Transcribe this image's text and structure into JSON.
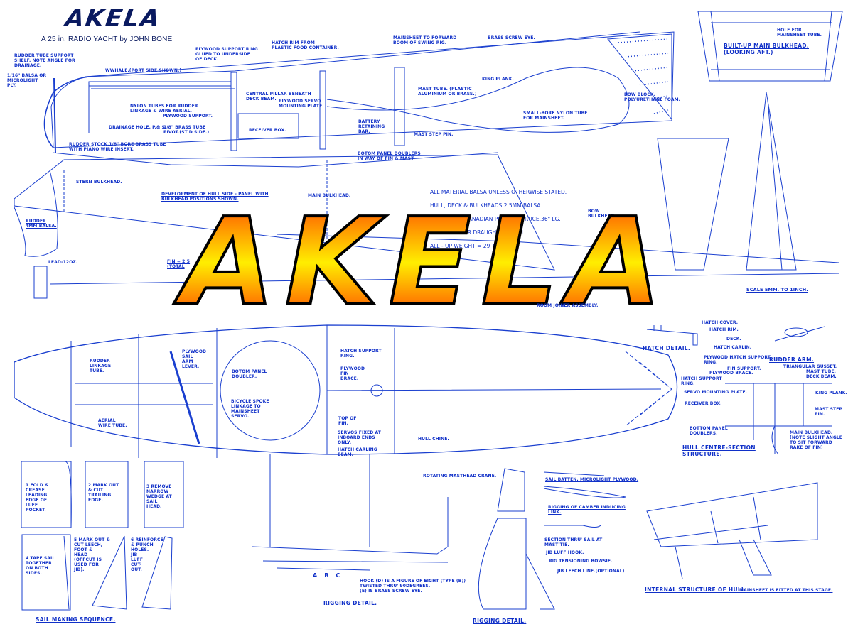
{
  "header": {
    "title": "AKELA",
    "subtitle": "A 25 in. RADIO YACHT by JOHN BONE"
  },
  "overlay_logo": {
    "text": "AKELA",
    "gradient_top": "#ffee00",
    "gradient_bottom": "#ff2a00",
    "outline": "#000000"
  },
  "colors": {
    "line": "#1a3fcf",
    "text": "#1030c8",
    "background": "#ffffff"
  },
  "side_elevation": {
    "labels": {
      "rudder_tube_support": "RUDDER TUBE SUPPORT\nSHELF. NOTE ANGLE FOR\nDRAINAGE.",
      "balsa_ply": "1/16\" BALSA OR\nMICROLIGHT\nPLY.",
      "wwhale": "WWHALE.(PORT SIDE SHOWN.)",
      "plywood_support_ring": "PLYWOOD SUPPORT RING\nGLUED TO UNDERSIDE\nOF DECK.",
      "hatch_rim": "HATCH RIM FROM\nPLASTIC FOOD CONTAINER.",
      "mainsheet_boom": "MAINSHEET TO FORWARD\nBOOM OF SWING RIG.",
      "brass_screw_eye": "BRASS SCREW EYE.",
      "nylon_tubes": "NYLON TUBES FOR RUDDER\nLINKAGE & WIRE AERIAL.",
      "central_pillar": "CENTRAL PILLAR BENEATH\nDECK BEAM.",
      "servo_plate": "PLYWOOD SERVO\nMOUNTING PLATE.",
      "plywood_support": "PLYWOOD SUPPORT.",
      "drainage_hole": "DRAINAGE HOLE. P.& S.",
      "brass_tube_pivot": "1/8\" BRASS TUBE\nPIVOT.(ST'd SIDE.)",
      "receiver_box": "RECEIVER BOX.",
      "battery_bar": "BATTERY\nRETAINING\nBAR.",
      "mast_tube": "MAST TUBE. (PLASTIC\nALUMINIUM OR BRASS.)",
      "king_plank": "KING PLANK.",
      "bow_block": "BOW BLOCK.\nPOLYURETHANE FOAM.",
      "small_bore": "SMALL-BORE NYLON TUBE\nFOR MAINSHEET.",
      "mast_step_pin": "MAST STEP PIN.",
      "bottom_doublers": "BOTOM PANEL DOUBLERS\nIN WAY OF FIN & MAST.",
      "rudder_stock": "RUDDER STOCK.1/8\" BORE BRASS TUBE\nWITH PIANO WIRE INSERT."
    }
  },
  "main_bulkhead": {
    "caption": "BUILT-UP MAIN BULKHEAD.\n(LOOKING AFT.)",
    "hole_label": "HOLE FOR\nMAINSHEET TUBE."
  },
  "hull_side_development": {
    "stern_bulkhead": "STERN BULKHEAD.",
    "caption": "DEVELOPMENT OF HULL SIDE - PANEL WITH\nBULKHEAD POSITIONS SHOWN.",
    "main_bulkhead": "MAIN BULKHEAD.",
    "bow_bulkhead": "BOW\nBULKHEAD.",
    "rudder": "RUDDER\n4mm.BALSA.",
    "lead": "LEAD-12oz.",
    "fin": "FIN = 2.5\n(TOTAL",
    "boom_joiner": "ROOM JOINER ASSEMBLY.",
    "scale": "SCALE 5mm. to 1inch."
  },
  "specs": {
    "lines": [
      "ALL MATERIAL BALSA UNLESS OTHERWISE STATED.",
      "HULL, DECK & BULKHEADS 2.5mm.BALSA.",
      "MAST - 9mm.CANADIAN PINE OR SPRUCE.36\" lg.",
      "SAILS = MYLAR DRAUGHTING FILM.",
      "ALL - UP WEIGHT = 29 to 30.oz."
    ]
  },
  "plan_view": {
    "labels": {
      "rudder_linkage_tube": "RUDDER\nLINKAGE\nTUBE.",
      "aerial_tube": "AERIAL\nWIRE TUBE.",
      "sail_arm": "PLYWOOD\nSAIL\nARM\nLEVER.",
      "bottom_doubler": "BOTOM PANEL\nDOUBLER.",
      "bicycle_spoke": "BICYCLE SPOKE\nLINKAGE TO\nMAINSHEET\nSERVO.",
      "hatch_support_ring": "HATCH SUPPORT\nRING.",
      "fin_brace": "PLYWOOD\nFIN\nBRACE.",
      "top_of_fin": "TOP OF\nFIN.",
      "servos_fixed": "SERVOS FIXED AT\nINBOARD ENDS\nONLY.",
      "hatch_carling": "HATCH CARLING\nBEAM.",
      "hull_chine": "HULL CHINE."
    }
  },
  "hatch_detail": {
    "caption": "HATCH DETAIL.",
    "labels": [
      "HATCH COVER.",
      "HATCH RIM.",
      "DECK.",
      "HATCH CARLIN.",
      "PLYWOOD HATCH SUPPORT\nRING."
    ]
  },
  "rudder_arm": {
    "caption": "RUDDER ARM."
  },
  "centre_section": {
    "caption": "HULL CENTRE-SECTION\nSTRUCTURE.",
    "labels": {
      "fin_support": "FIN SUPPORT.",
      "plywood_brace": "PLYWOOD BRACE.",
      "triangular_gusset": "TRIANGULAR GUSSET.",
      "mast_tube": "MAST TUBE.\nDECK BEAM.",
      "hatch_ring": "HATCH SUPPORT\nRING.",
      "king_plank": "KING PLANK.",
      "servo_plate": "SERVO MOUNTING PLATE.",
      "receiver_box": "RECEIVER BOX.",
      "mast_step": "MAST STEP\nPIN.",
      "bottom_doublers": "BOTTOM PANEL\nDOUBLERS.",
      "main_bulkhead": "MAIN BULKHEAD.\n(NOTE SLIGHT ANGLE\nTO SIT FORWARD\nRAKE OF FIN)"
    }
  },
  "sail_making": {
    "caption": "SAIL MAKING SEQUENCE.",
    "steps": [
      {
        "num": "1",
        "text": "FOLD &\nCREASE\nLEADING\nEDGE OF\nLUFF\nPOCKET."
      },
      {
        "num": "2",
        "text": "MARK OUT\n& CUT\nTRAILING\nEDGE."
      },
      {
        "num": "3",
        "text": "REMOVE\nNARROW\nWEDGE AT\nSAIL\nHEAD."
      },
      {
        "num": "4",
        "text": "TAPE SAIL\nTOGETHER\nON BOTH\nSIDES."
      },
      {
        "num": "5",
        "text": "MARK OUT &\nCUT LEECH,\nFOOT &\nHEAD\n(OFFCUT IS\nUSED FOR\nJIB)."
      },
      {
        "num": "6",
        "text": "REINFORCE\n& PUNCH\nHOLES.\nJIB\nLUFF\nCUT-\nOUT."
      }
    ]
  },
  "rigging_detail_1": {
    "caption": "RIGGING DETAIL.",
    "hooks": [
      "A",
      "B",
      "C"
    ],
    "note": "HOOK (D) IS A FIGURE OF EIGHT (TYPE (B))\nTWISTED THRU' 90DEGREES.\n(E) IS BRASS SCREW EYE."
  },
  "rigging_detail_2": {
    "caption": "RIGGING DETAIL.",
    "labels": {
      "masthead_crane": "ROTATING MASTHEAD CRANE.",
      "sail_batten": "SAIL BATTEN. MICROLIGHT PLYWOOD.",
      "camber_link": "RIGGING OF CAMBER INDUCING\nLINK.",
      "section": "SECTION THRU' SAIL AT\nMAST TIE.",
      "jib_hook": "JIB LUFF HOOK.",
      "bowsie": "RIG TENSIONING BOWSIE.",
      "leech_line": "JIB LEECH LINE.(OPTIONAL)"
    }
  },
  "internal_structure": {
    "caption": "INTERNAL STRUCTURE OF HULL.",
    "note": "MAINSHEET IS FITTED AT THIS STAGE."
  }
}
